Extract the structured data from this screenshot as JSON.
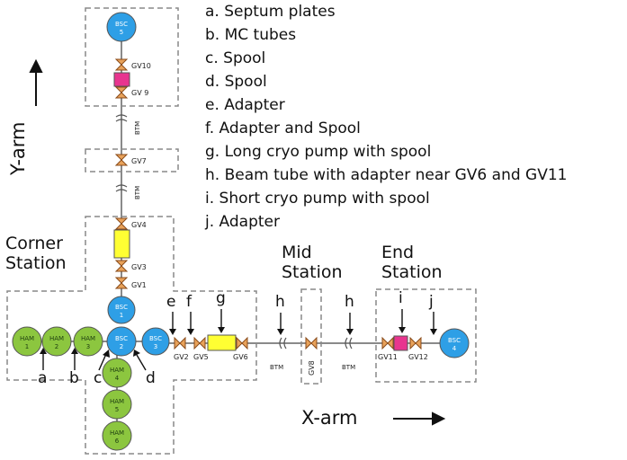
{
  "legend": [
    "a. Septum plates",
    "b. MC tubes",
    "c. Spool",
    "d. Spool",
    "e. Adapter",
    "f. Adapter and Spool",
    "g. Long cryo pump with spool",
    "h. Beam tube with adapter near GV6 and GV11",
    "i. Short cryo pump with spool",
    "j. Adapter"
  ],
  "stations": {
    "corner_1": "Corner",
    "corner_2": "Station",
    "mid_1": "Mid",
    "mid_2": "Station",
    "end_1": "End",
    "end_2": "Station"
  },
  "arms": {
    "y": "Y-arm",
    "x": "X-arm"
  },
  "letters": {
    "a": "a",
    "b": "b",
    "c": "c",
    "d": "d",
    "e": "e",
    "f": "f",
    "g": "g",
    "h1": "h",
    "h2": "h",
    "i": "i",
    "j": "j"
  },
  "chambers": {
    "bsc5": [
      "BSC",
      "5"
    ],
    "bsc1": [
      "BSC",
      "1"
    ],
    "bsc2": [
      "BSC",
      "2"
    ],
    "bsc3": [
      "BSC",
      "3"
    ],
    "bsc4": [
      "BSC",
      "4"
    ],
    "ham1": [
      "HAM",
      "1"
    ],
    "ham2": [
      "HAM",
      "2"
    ],
    "ham3": [
      "HAM",
      "3"
    ],
    "ham4": [
      "HAM",
      "4"
    ],
    "ham5": [
      "HAM",
      "5"
    ],
    "ham6": [
      "HAM",
      "6"
    ]
  },
  "valves": {
    "gv10": "GV10",
    "gv9": "GV 9",
    "gv7": "GV7",
    "gv4": "GV4",
    "gv3": "GV3",
    "gv1": "GV1",
    "gv2": "GV2",
    "gv5": "GV5",
    "gv6": "GV6",
    "gv8": "GV8",
    "gv11": "GV11",
    "gv12": "GV12"
  },
  "btm": {
    "y1": "BTM",
    "y2": "BTM",
    "x1": "BTM",
    "x2": "BTM"
  },
  "colors": {
    "bsc": "#2e9fe6",
    "ham": "#8cc63f",
    "valve": "#e8a25a",
    "cryo_long": "#ffff33",
    "cryo_short": "#e8358f",
    "dash": "#888888"
  }
}
